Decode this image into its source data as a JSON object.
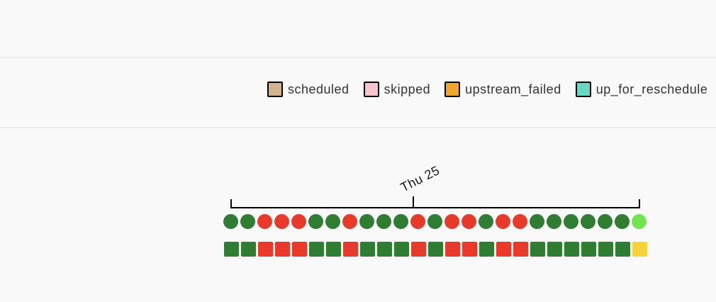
{
  "colors": {
    "success": "#2e7d32",
    "failed": "#e83a2b",
    "running": "#70e54d",
    "up_for_retry": "#f5d13c",
    "scheduled": "#d2b48c",
    "skipped": "#f7c5d0",
    "upstream_failed": "#f0a62d",
    "up_for_reschedule": "#68d8c4",
    "axis": "#000000",
    "legend_text": "#333333",
    "background": "#f9f9f9",
    "divider": "#ebebeb"
  },
  "legend": {
    "items": [
      {
        "state": "scheduled",
        "label": "scheduled"
      },
      {
        "state": "skipped",
        "label": "skipped"
      },
      {
        "state": "upstream_failed",
        "label": "upstream_failed"
      },
      {
        "state": "up_for_reschedule",
        "label": "up_for_reschedule"
      }
    ]
  },
  "chart_data": {
    "type": "status-grid-timeline",
    "axis_tick_label": "Thu 25",
    "legend_position": "top",
    "rows": [
      "dag_runs",
      "task_instances"
    ],
    "dag_runs": [
      "success",
      "success",
      "failed",
      "failed",
      "failed",
      "success",
      "success",
      "failed",
      "success",
      "success",
      "success",
      "failed",
      "success",
      "failed",
      "failed",
      "success",
      "failed",
      "failed",
      "success",
      "success",
      "success",
      "success",
      "success",
      "success",
      "running"
    ],
    "task_instances": [
      "success",
      "success",
      "failed",
      "failed",
      "failed",
      "success",
      "success",
      "failed",
      "success",
      "success",
      "success",
      "failed",
      "success",
      "failed",
      "failed",
      "success",
      "failed",
      "failed",
      "success",
      "success",
      "success",
      "success",
      "success",
      "success",
      "up_for_retry"
    ]
  }
}
